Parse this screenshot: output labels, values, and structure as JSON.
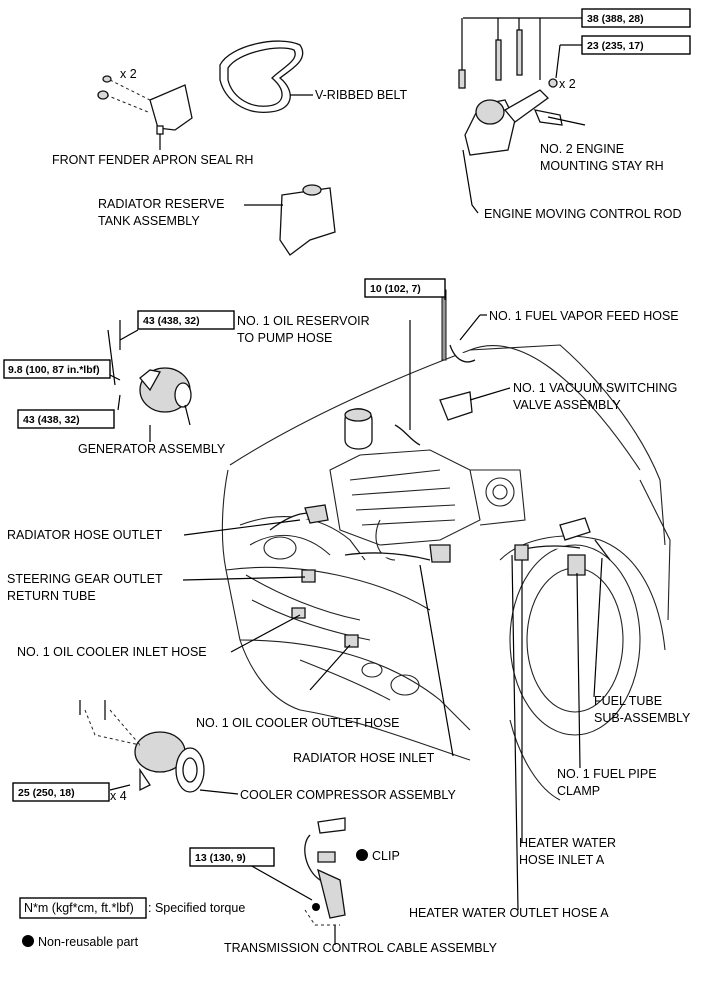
{
  "parts": {
    "v_ribbed_belt": "V-RIBBED BELT",
    "front_fender_apron_seal": "FRONT FENDER APRON SEAL RH",
    "radiator_reserve_tank_l1": "RADIATOR RESERVE",
    "radiator_reserve_tank_l2": "TANK ASSEMBLY",
    "no2_engine_mounting_stay_l1": "NO. 2 ENGINE",
    "no2_engine_mounting_stay_l2": "MOUNTING STAY RH",
    "engine_moving_control_rod": "ENGINE MOVING CONTROL ROD",
    "no1_fuel_vapor_feed_hose": "NO. 1 FUEL VAPOR FEED HOSE",
    "no1_oil_reservoir_l1": "NO. 1 OIL RESERVOIR",
    "no1_oil_reservoir_l2": "TO PUMP HOSE",
    "no1_vacuum_switching_valve_l1": "NO. 1 VACUUM SWITCHING",
    "no1_vacuum_switching_valve_l2": "VALVE ASSEMBLY",
    "generator_assembly": "GENERATOR ASSEMBLY",
    "radiator_hose_outlet": "RADIATOR HOSE OUTLET",
    "steering_gear_outlet_l1": "STEERING GEAR OUTLET",
    "steering_gear_outlet_l2": "RETURN TUBE",
    "no1_oil_cooler_inlet_hose": "NO. 1 OIL COOLER INLET HOSE",
    "no1_oil_cooler_outlet_hose": "NO. 1 OIL COOLER OUTLET HOSE",
    "fuel_tube_l1": "FUEL TUBE",
    "fuel_tube_l2": "SUB-ASSEMBLY",
    "radiator_hose_inlet": "RADIATOR HOSE INLET",
    "no1_fuel_pipe_clamp_l1": "NO. 1 FUEL PIPE",
    "no1_fuel_pipe_clamp_l2": "CLAMP",
    "cooler_compressor_assembly": "COOLER COMPRESSOR ASSEMBLY",
    "heater_water_hose_inlet_l1": "HEATER WATER",
    "heater_water_hose_inlet_l2": "HOSE INLET A",
    "clip": "CLIP",
    "heater_water_outlet_hose": "HEATER WATER OUTLET HOSE A",
    "transmission_control_cable": "TRANSMISSION CONTROL CABLE ASSEMBLY"
  },
  "quantities": {
    "seal_bolts": "x 2",
    "stay_nuts": "x 2",
    "compressor_bolts": "x 4"
  },
  "torques": {
    "t1": "38 (388, 28)",
    "t2": "23 (235, 17)",
    "t3": "10 (102, 7)",
    "t4": "43 (438, 32)",
    "t5": "9.8 (100, 87 in.*lbf)",
    "t6": "43 (438, 32)",
    "t7": "25 (250, 18)",
    "t8": "13 (130, 9)"
  },
  "legend": {
    "torque_units": "N*m (kgf*cm, ft.*lbf)",
    "torque_desc": ": Specified torque",
    "non_reusable": "Non-reusable part"
  }
}
